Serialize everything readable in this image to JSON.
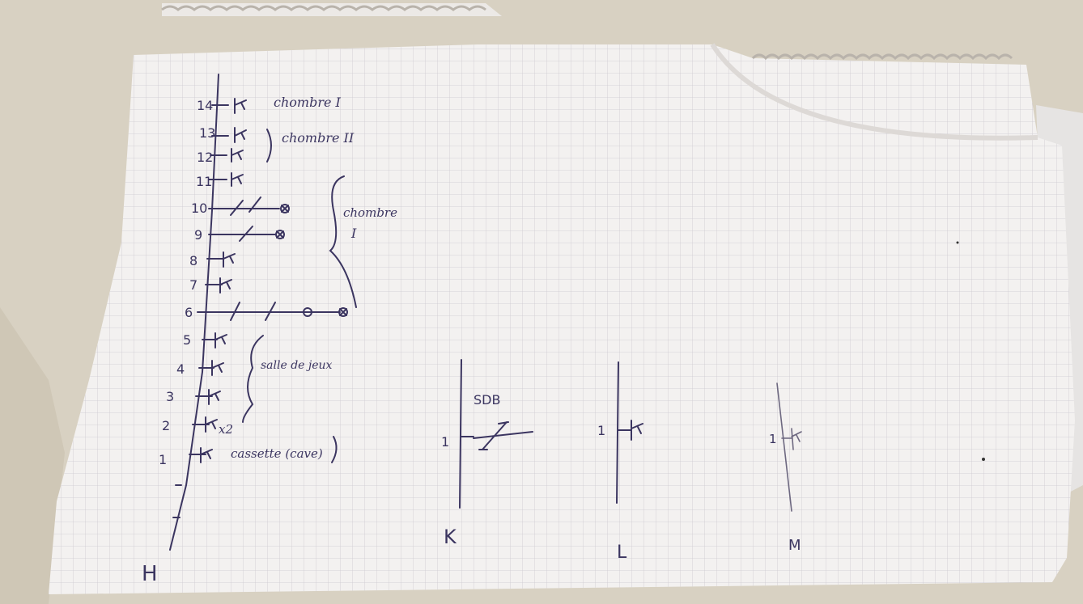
{
  "photo": {
    "subject": "handwritten electrical wiring sketch on graph paper",
    "ink_color": "#3b3560",
    "paper_color": "#f2f0ef",
    "grid_color": "#c9c5cc",
    "background_color": "#d9d3c6"
  },
  "column_H": {
    "letter": "H",
    "levels": [
      {
        "n": "14",
        "note": "chombre I"
      },
      {
        "n": "13",
        "note": ""
      },
      {
        "n": "12",
        "note": ""
      },
      {
        "n": "11",
        "note": ""
      },
      {
        "n": "10",
        "note": ""
      },
      {
        "n": "9",
        "note": ""
      },
      {
        "n": "8",
        "note": ""
      },
      {
        "n": "7",
        "note": ""
      },
      {
        "n": "6",
        "note": ""
      },
      {
        "n": "5",
        "note": ""
      },
      {
        "n": "4",
        "note": ""
      },
      {
        "n": "3",
        "note": ""
      },
      {
        "n": "2",
        "note": "x2"
      },
      {
        "n": "1",
        "note": "cassette (cave)"
      }
    ],
    "group_chambre_II": "chombre II",
    "group_chambre_I_line1": "chombre",
    "group_chambre_I_line2": "I",
    "group_salle": "salle de jeux"
  },
  "column_K": {
    "letter": "K",
    "title": "SDB",
    "level": "1"
  },
  "column_L": {
    "letter": "L",
    "level": "1"
  },
  "column_M": {
    "letter": "M",
    "level": "1"
  }
}
